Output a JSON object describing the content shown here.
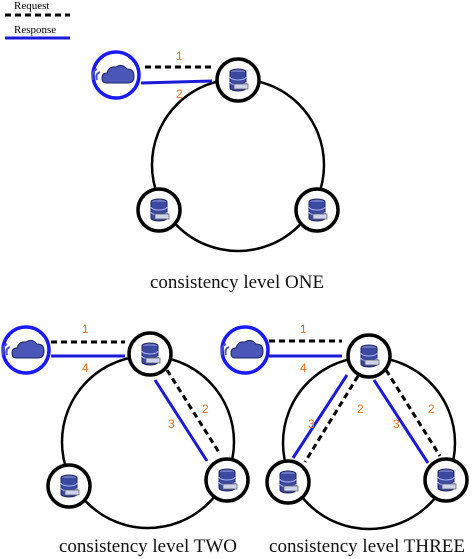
{
  "legend": {
    "request_label": "Request",
    "response_label": "Response"
  },
  "captions": {
    "one": "consistency level ONE",
    "two": "consistency level TWO",
    "three": "consistency level THREE"
  },
  "labels": {
    "one_req": "1",
    "one_resp": "2",
    "two_req": "1",
    "two_resp": "4",
    "two_rep_req": "2",
    "two_rep_resp": "3",
    "three_req": "1",
    "three_resp": "4",
    "three_left_req": "2",
    "three_left_resp": "3",
    "three_right_req": "2",
    "three_right_resp": "3"
  },
  "colors": {
    "request": "#000000",
    "response": "#1a1ad8",
    "step_number": "#e8731a",
    "client_ring": "#1a1aff",
    "database": "#3b4aa0"
  }
}
